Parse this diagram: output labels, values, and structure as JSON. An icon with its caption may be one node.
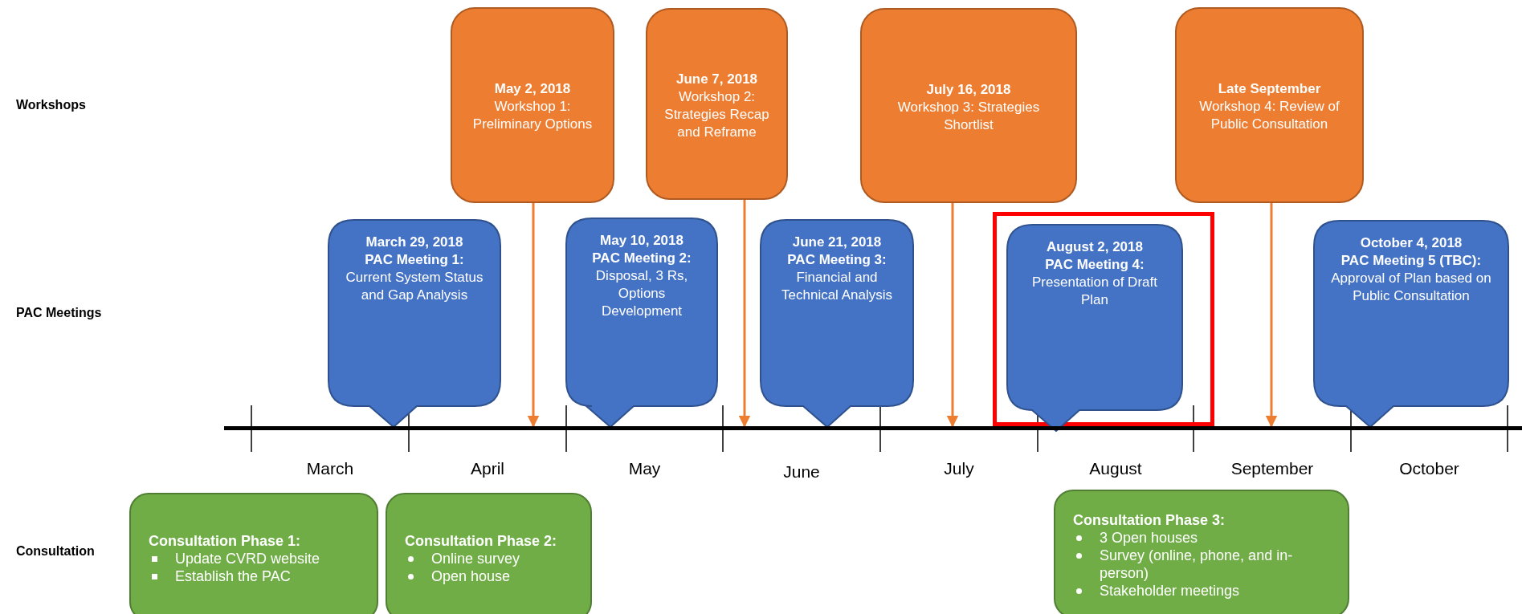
{
  "diagram": {
    "nodes": [
      {
        "text": [
          "May 2, 2018",
          "Workshop 1: Preliminary Options"
        ]
      },
      {
        "text": [
          "June 7, 2018",
          "Workshop 2: Strategies Recap and Reframe"
        ]
      },
      {
        "text": [
          "July 16, 2018",
          "Workshop 3: Strategies Shortlist"
        ]
      },
      {
        "text": [
          "Late September",
          "Workshop 4: Review of Public Consultation"
        ]
      },
      {
        "text": [
          "March 29, 2018",
          "PAC Meeting 1:",
          "Current System Status and Gap Analysis"
        ]
      },
      {
        "text": [
          "May 10, 2018",
          "PAC Meeting 2:",
          "Disposal, 3 Rs, Options Development"
        ]
      },
      {
        "text": [
          "June 21, 2018",
          "PAC Meeting 3:",
          "Financial and Technical Analysis"
        ]
      },
      {
        "text": [],
        "shape": "box"
      },
      {
        "text": [
          "August 2, 2018",
          "PAC Meeting 4:",
          "Presentation of Draft Plan"
        ],
        "in": 7
      },
      {
        "text": [
          "October 4, 2018",
          "PAC Meeting 5 (TBC):",
          "Approval of Plan based on Public Consultation"
        ]
      },
      {
        "text": [],
        "shape": "bar"
      },
      {
        "text": [
          "Consultation Phase 1:",
          "Update CVRD website",
          "Establish the PAC"
        ]
      },
      {
        "text": [
          "Consultation Phase 2:",
          "Online survey",
          "Open house"
        ]
      },
      {
        "text": [
          "Consultation Phase 3:",
          "3 Open houses",
          "Survey (online, phone, and in-person)",
          "Stakeholder meetings"
        ]
      }
    ],
    "edges": [
      {
        "from": 0,
        "to": 10,
        "arrow": "to"
      },
      {
        "from": 1,
        "to": 10,
        "arrow": "to"
      },
      {
        "from": 2,
        "to": 10,
        "arrow": "to"
      },
      {
        "from": 3,
        "to": 10,
        "arrow": "to"
      }
    ],
    "labels": [
      "Workshops",
      "PAC Meetings",
      "Consultation",
      "March",
      "April",
      "May",
      "June",
      "July",
      "August",
      "September",
      "October"
    ]
  }
}
